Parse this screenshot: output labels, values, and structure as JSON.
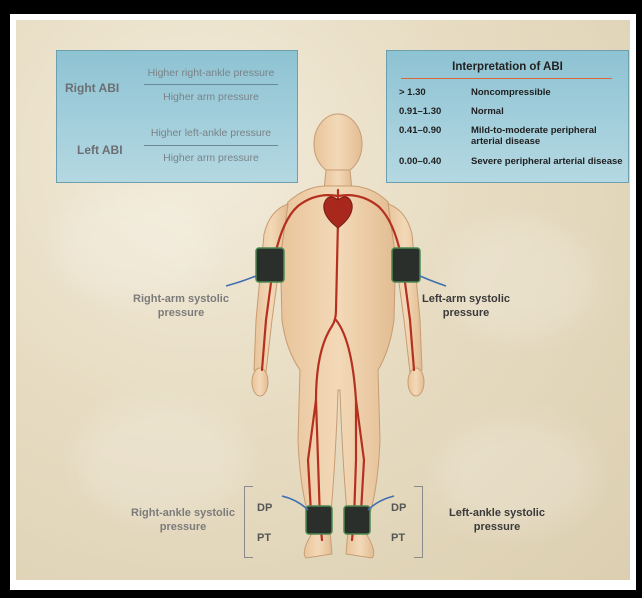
{
  "abi_box": {
    "right_label": "Right ABI",
    "right_numerator": "Higher right-ankle pressure",
    "right_denominator": "Higher arm pressure",
    "left_label": "Left ABI",
    "left_numerator": "Higher left-ankle pressure",
    "left_denominator": "Higher arm pressure"
  },
  "interpretation": {
    "title": "Interpretation of ABI",
    "rows": [
      {
        "range": "> 1.30",
        "desc": "Noncompressible"
      },
      {
        "range": "0.91–1.30",
        "desc": "Normal"
      },
      {
        "range": "0.41–0.90",
        "desc": "Mild-to-moderate peripheral arterial disease"
      },
      {
        "range": "0.00–0.40",
        "desc": "Severe peripheral arterial disease"
      }
    ]
  },
  "sites": {
    "right_arm": "Right-arm systolic pressure",
    "left_arm": "Left-arm systolic pressure",
    "right_ankle": "Right-ankle systolic pressure",
    "left_ankle": "Left-ankle systolic pressure"
  },
  "pulses": {
    "dp": "DP",
    "pt": "PT"
  },
  "colors": {
    "box_fill": "#9fcddb",
    "artery": "#b5301f",
    "skin": "#eecfa8",
    "cuff": "#2b2f2b",
    "accent_rule": "#d9673a"
  }
}
